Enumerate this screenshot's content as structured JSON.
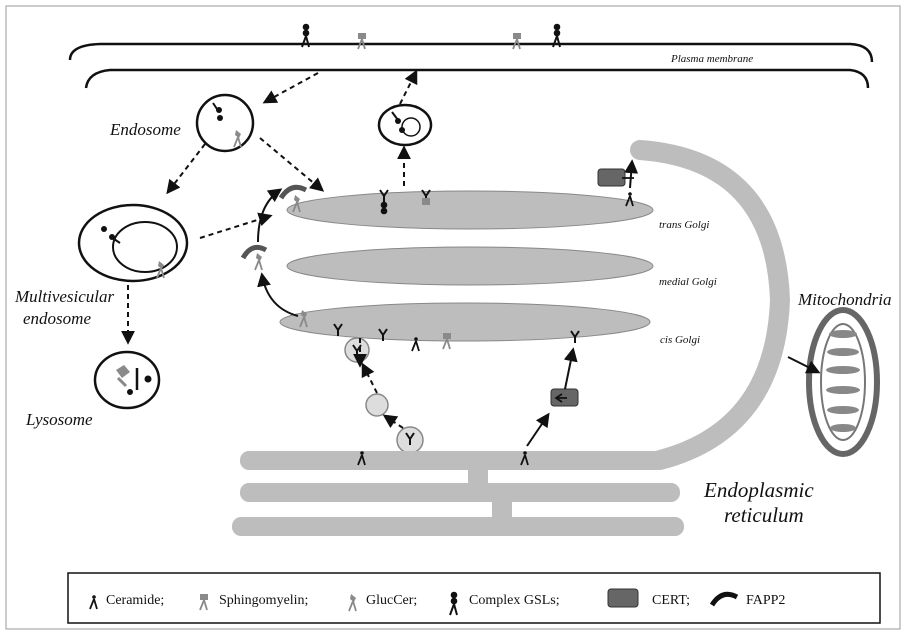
{
  "labels": {
    "plasma_membrane": "Plasma membrane",
    "endosome": "Endosome",
    "multivesicular_1": "Multivesicular",
    "multivesicular_2": "endosome",
    "lysosome": "Lysosome",
    "trans_golgi": "trans Golgi",
    "medial_golgi": "medial Golgi",
    "cis_golgi": "cis Golgi",
    "mitochondria": "Mitochondria",
    "er_1": "Endoplasmic",
    "er_2": "reticulum"
  },
  "legend": {
    "ceramide": "Ceramide;",
    "sphingomyelin": "Sphingomyelin;",
    "glucer": "GlucCer;",
    "complex_gsls": "Complex GSLs;",
    "cert": "CERT;",
    "fapp2": "FAPP2"
  },
  "colors": {
    "organelle_gray": "#bdbdbd",
    "cert_gray": "#666666",
    "sm_gray": "#8a8a8a",
    "ink": "#111111"
  }
}
